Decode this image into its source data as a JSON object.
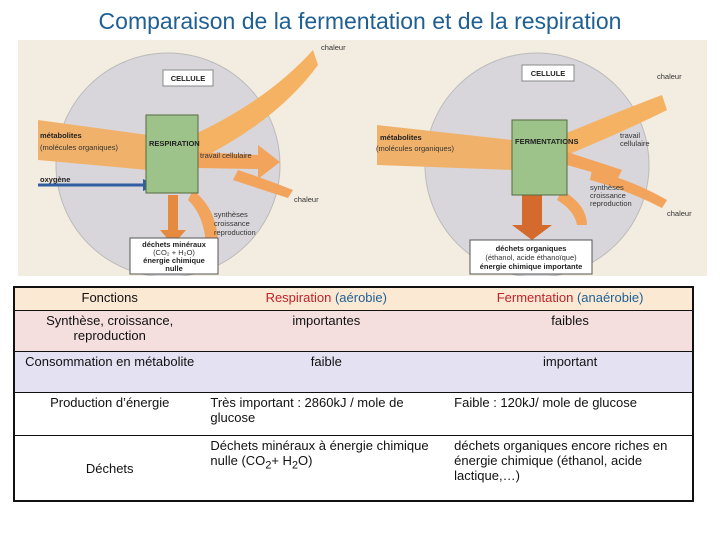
{
  "title": "Comparaison de la fermentation et de la respiration",
  "figure_left": {
    "cellule": "CELLULE",
    "chaleur_top": "chaleur",
    "metabolites": "métabolites",
    "molecules": "(molécules organiques)",
    "respiration": "RESPIRATION",
    "travail": "travail cellulaire",
    "oxygene": "oxygène",
    "chaleur_bottom": "chaleur",
    "syntheses": "synthèses",
    "croissance": "croissance",
    "reproduction": "reproduction",
    "dechets_1": "déchets minéraux",
    "dechets_2": "(CO₂ + H₂O)",
    "dechets_3": "énergie chimique",
    "dechets_4": "nulle"
  },
  "figure_right": {
    "cellule": "CELLULE",
    "chaleur_top": "chaleur",
    "metabolites": "métabolites",
    "molecules": "(molécules organiques)",
    "fermentations": "FERMENTATIONS",
    "travail_1": "travail",
    "travail_2": "cellulaire",
    "chaleur_bottom": "chaleur",
    "syntheses": "synthèses",
    "croissance": "croissance",
    "reproduction": "reproduction",
    "dechets_1": "déchets organiques",
    "dechets_2": "(éthanol, acide éthanoïque)",
    "dechets_3": "énergie chimique importante"
  },
  "table": {
    "header": {
      "col1": "Fonctions",
      "col2_main": "Respiration",
      "col2_sub": "(aérobie)",
      "col3_main": "Fermentation",
      "col3_sub": "(anaérobie)"
    },
    "row1": {
      "label": "Synthèse, croissance, reproduction",
      "respiration": "importantes",
      "fermentation": "faibles"
    },
    "row2": {
      "label": "Consommation en métabolite",
      "respiration": "faible",
      "fermentation": "important"
    },
    "row3": {
      "label": "Production d’énergie",
      "respiration": "Très important : 2860kJ / mole de glucose",
      "fermentation": "Faible : 120kJ/ mole de glucose"
    },
    "row4": {
      "label": "Déchets",
      "respiration_pre": "Déchets minéraux à énergie chimique nulle (CO",
      "respiration_sub1": "2",
      "respiration_mid": "+ H",
      "respiration_sub2": "2",
      "respiration_post": "O)",
      "fermentation": "déchets organiques encore riches en énergie chimique (éthanol, acide lactique,…)"
    }
  }
}
